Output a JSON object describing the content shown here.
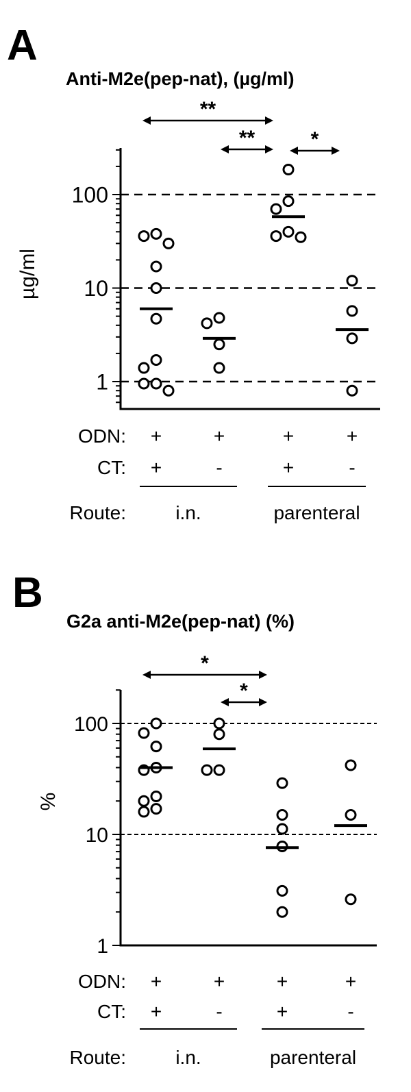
{
  "chart_data": [
    {
      "panel": "A",
      "type": "scatter",
      "title": "Anti-M2e(pep-nat), (µg/ml)",
      "ylabel": "µg/ml",
      "yscale": "log",
      "ylim": [
        0.6,
        300
      ],
      "yticks": [
        {
          "value": 1,
          "label": "1"
        },
        {
          "value": 10,
          "label": "10"
        },
        {
          "value": 100,
          "label": "100"
        }
      ],
      "reference_lines": [
        1,
        10,
        100
      ],
      "groups": [
        {
          "odn": "+",
          "ct": "+",
          "route": "i.n.",
          "points": [
            38,
            36,
            30,
            17,
            10,
            4.7,
            1.7,
            1.4,
            0.95,
            0.95,
            0.8
          ],
          "median": 6
        },
        {
          "odn": "+",
          "ct": "-",
          "route": "i.n.",
          "points": [
            4.8,
            4.2,
            2.5,
            1.4
          ],
          "median": 2.9
        },
        {
          "odn": "+",
          "ct": "+",
          "route": "parenteral",
          "points": [
            185,
            85,
            70,
            40,
            36,
            35
          ],
          "median": 58
        },
        {
          "odn": "+",
          "ct": "-",
          "route": "parenteral",
          "points": [
            12,
            5.7,
            2.9,
            0.8
          ],
          "median": 3.6
        }
      ],
      "significance": [
        {
          "from_group": 0,
          "to_group": 2,
          "label": "**"
        },
        {
          "from_group": 1,
          "to_group": 2,
          "label": "**"
        },
        {
          "from_group": 2,
          "to_group": 3,
          "label": "*"
        }
      ]
    },
    {
      "panel": "B",
      "type": "scatter",
      "title": "G2a anti-M2e(pep-nat) (%)",
      "ylabel": "%",
      "yscale": "log",
      "ylim": [
        1,
        200
      ],
      "yticks": [
        {
          "value": 1,
          "label": "1"
        },
        {
          "value": 10,
          "label": "10"
        },
        {
          "value": 100,
          "label": "100"
        }
      ],
      "reference_lines": [
        10,
        100
      ],
      "groups": [
        {
          "odn": "+",
          "ct": "+",
          "route": "i.n.",
          "points": [
            100,
            82,
            62,
            40,
            38,
            22,
            20,
            17,
            16
          ],
          "median": 40
        },
        {
          "odn": "+",
          "ct": "-",
          "route": "i.n.",
          "points": [
            100,
            80,
            38,
            38
          ],
          "median": 59
        },
        {
          "odn": "+",
          "ct": "+",
          "route": "parenteral",
          "points": [
            29,
            15,
            11.2,
            7.8,
            3.1,
            2.0
          ],
          "median": 7.6
        },
        {
          "odn": "+",
          "ct": "-",
          "route": "parenteral",
          "points": [
            42,
            15,
            2.6
          ],
          "median": 12
        }
      ],
      "significance": [
        {
          "from_group": 0,
          "to_group": 2,
          "label": "*"
        },
        {
          "from_group": 1,
          "to_group": 2,
          "label": "*"
        }
      ]
    }
  ],
  "labels": {
    "odn": "ODN:",
    "ct": "CT:",
    "route": "Route:"
  },
  "routes": [
    "i.n.",
    "parenteral"
  ]
}
